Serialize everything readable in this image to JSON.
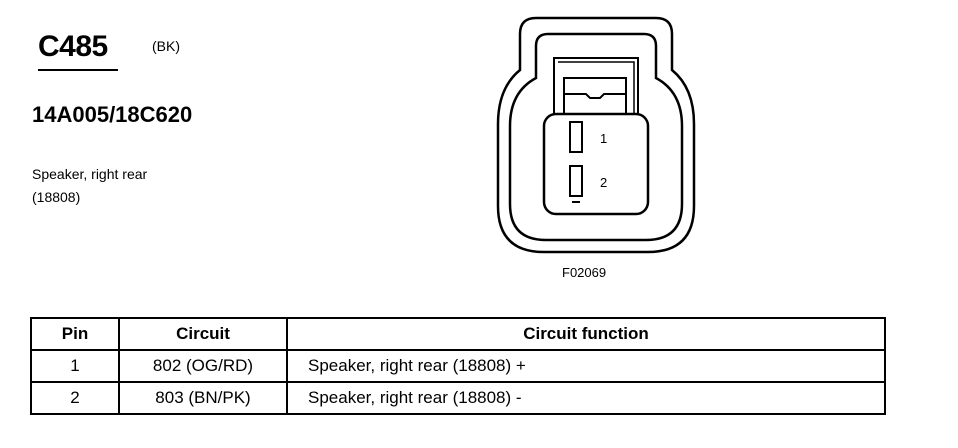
{
  "connector": {
    "id": "C485",
    "color_code": "(BK)",
    "part_number": "14A005/18C620",
    "component_name": "Speaker, right rear",
    "component_code": "(18808)"
  },
  "figure": {
    "id": "F02069",
    "pins": [
      {
        "label": "1"
      },
      {
        "label": "2"
      }
    ]
  },
  "table": {
    "headers": {
      "pin": "Pin",
      "circuit": "Circuit",
      "function": "Circuit function"
    },
    "rows": [
      {
        "pin": "1",
        "circuit": "802 (OG/RD)",
        "function": "Speaker, right rear (18808)  +"
      },
      {
        "pin": "2",
        "circuit": "803 (BN/PK)",
        "function": "Speaker, right rear (18808) -"
      }
    ]
  }
}
